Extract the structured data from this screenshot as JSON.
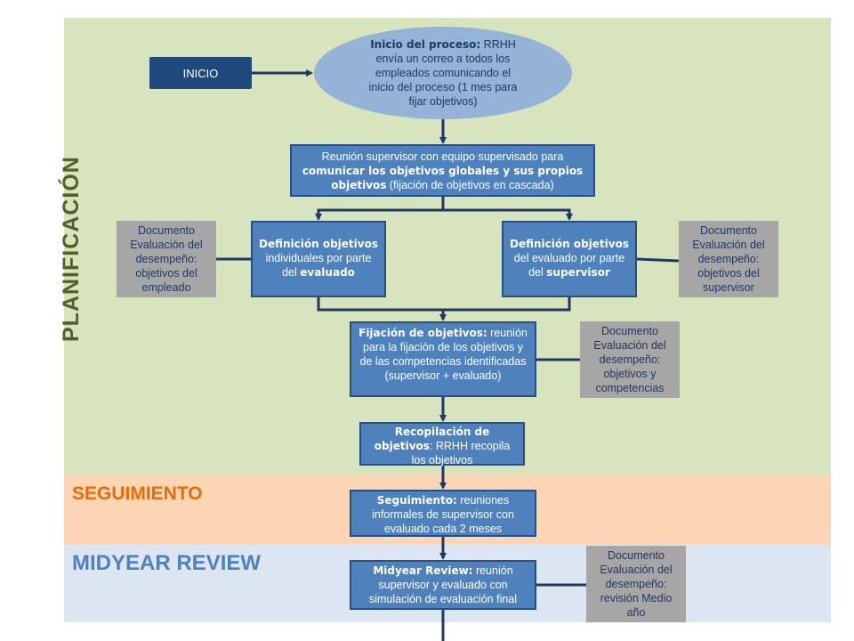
{
  "colors": {
    "planning_band": "#d7e4bd",
    "followup_band": "#fcd5b5",
    "midyear_band": "#dce6f2",
    "process_box": "#4f81bd",
    "start_box": "#1f497d",
    "start_ellipse": "#95b3d7",
    "document_box": "#a6a6a6",
    "connector": "#1f3864"
  },
  "phases": {
    "planning": "PLANIFICACIÓN",
    "followup": "SEGUIMIENTO",
    "midyear": "MIDYEAR REVIEW"
  },
  "start": {
    "label": "INICIO"
  },
  "process_start": {
    "bold": "Inicio del proceso:",
    "text": " RRHH envía un correo a todos los empleados comunicando el inicio del proceso (1 mes para fijar objetivos)"
  },
  "steps": {
    "meeting": {
      "line1": "Reunión supervisor con equipo supervisado  para ",
      "bold": "comunicar los objetivos globales y sus propios objetivos",
      "line2": " (fijación de objetivos en cascada)"
    },
    "employee_def": {
      "bold1": "Definición objetivos",
      "text": " individuales por parte del ",
      "bold2": "evaluado"
    },
    "supervisor_def": {
      "bold1": "Definición objetivos",
      "text": " del evaluado por parte del ",
      "bold2": "supervisor"
    },
    "setting": {
      "bold": "Fijación de objetivos:",
      "text": " reunión para la fijación de los objetivos y de las competencias identificadas (supervisor + evaluado)"
    },
    "compilation": {
      "bold": "Recopilación de objetivos",
      "text": ": RRHH recopila los objetivos"
    },
    "followup": {
      "bold": "Seguimiento:",
      "text": " reuniones informales de supervisor con evaluado cada 2 meses"
    },
    "midyear": {
      "bold": "Midyear Review:",
      "text": " reunión supervisor y evaluado con simulación de evaluación final"
    }
  },
  "documents": {
    "employee": "Documento Evaluación del desempeño: objetivos del empleado",
    "supervisor": "Documento Evaluación del desempeño: objetivos del supervisor",
    "competencies": "Documento Evaluación del desempeño: objetivos y competencias",
    "midyear": "Documento Evaluación del desempeño: revisión Medio año"
  }
}
